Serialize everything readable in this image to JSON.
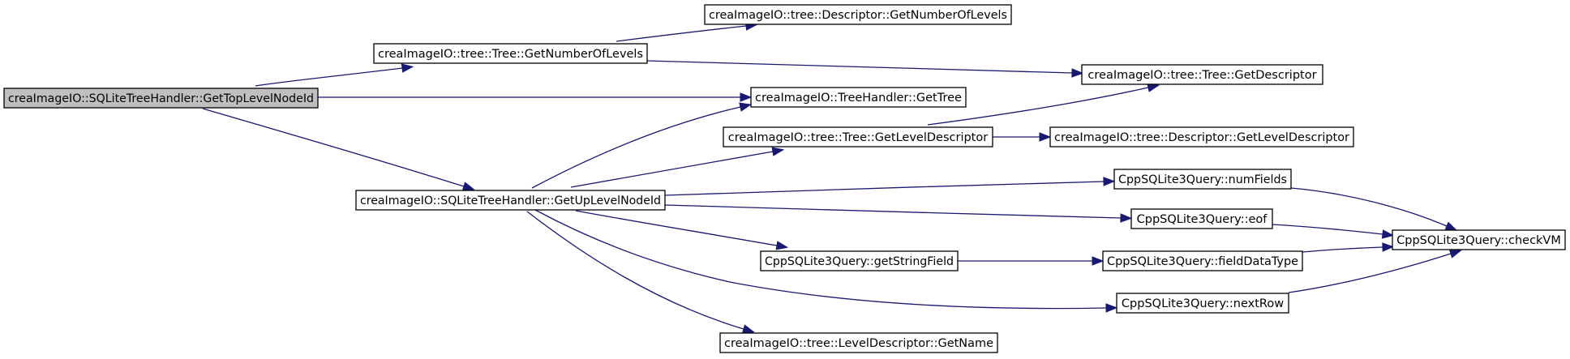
{
  "diagram": {
    "colors": {
      "edge": "#191970",
      "node_border": "#000000",
      "node_fill": "#ffffff",
      "root_fill": "#bfbfbf"
    },
    "nodes": [
      {
        "id": "n0",
        "label": "creaImageIO::SQLiteTreeHandler::GetTopLevelNodeId",
        "root": true
      },
      {
        "id": "n1",
        "label": "creaImageIO::tree::Tree::GetNumberOfLevels"
      },
      {
        "id": "n2",
        "label": "creaImageIO::tree::Descriptor::GetNumberOfLevels"
      },
      {
        "id": "n3",
        "label": "creaImageIO::tree::Tree::GetDescriptor"
      },
      {
        "id": "n4",
        "label": "creaImageIO::TreeHandler::GetTree"
      },
      {
        "id": "n5",
        "label": "creaImageIO::SQLiteTreeHandler::GetUpLevelNodeId"
      },
      {
        "id": "n6",
        "label": "creaImageIO::tree::Tree::GetLevelDescriptor"
      },
      {
        "id": "n7",
        "label": "creaImageIO::tree::Descriptor::GetLevelDescriptor"
      },
      {
        "id": "n8",
        "label": "CppSQLite3Query::numFields"
      },
      {
        "id": "n9",
        "label": "CppSQLite3Query::checkVM"
      },
      {
        "id": "n10",
        "label": "CppSQLite3Query::eof"
      },
      {
        "id": "n11",
        "label": "CppSQLite3Query::getStringField"
      },
      {
        "id": "n12",
        "label": "CppSQLite3Query::fieldDataType"
      },
      {
        "id": "n13",
        "label": "CppSQLite3Query::nextRow"
      },
      {
        "id": "n14",
        "label": "creaImageIO::tree::LevelDescriptor::GetName"
      }
    ],
    "edges": [
      {
        "from": "n0",
        "to": "n1"
      },
      {
        "from": "n0",
        "to": "n4"
      },
      {
        "from": "n0",
        "to": "n5"
      },
      {
        "from": "n1",
        "to": "n2"
      },
      {
        "from": "n1",
        "to": "n3"
      },
      {
        "from": "n5",
        "to": "n4"
      },
      {
        "from": "n5",
        "to": "n6"
      },
      {
        "from": "n5",
        "to": "n8"
      },
      {
        "from": "n5",
        "to": "n10"
      },
      {
        "from": "n5",
        "to": "n11"
      },
      {
        "from": "n5",
        "to": "n13"
      },
      {
        "from": "n5",
        "to": "n14"
      },
      {
        "from": "n6",
        "to": "n3"
      },
      {
        "from": "n6",
        "to": "n7"
      },
      {
        "from": "n8",
        "to": "n9"
      },
      {
        "from": "n10",
        "to": "n9"
      },
      {
        "from": "n11",
        "to": "n12"
      },
      {
        "from": "n12",
        "to": "n9"
      },
      {
        "from": "n13",
        "to": "n9"
      }
    ]
  }
}
